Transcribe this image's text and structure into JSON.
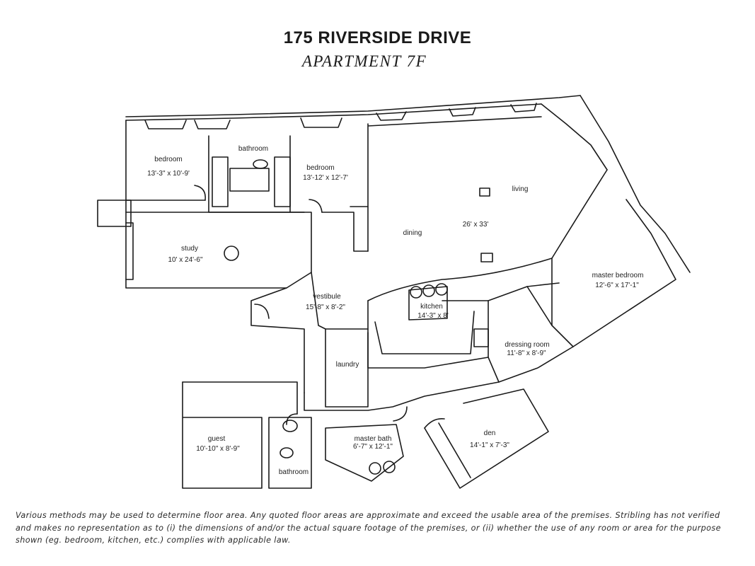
{
  "header": {
    "address": "175 RIVERSIDE DRIVE",
    "unit": "APARTMENT 7F"
  },
  "rooms": {
    "bedroom1": {
      "name": "bedroom",
      "size": "13'-3\" x 10'-9'"
    },
    "bathroom1": {
      "name": "bathroom"
    },
    "bedroom2": {
      "name": "bedroom",
      "size": "13'-12' x 12'-7'"
    },
    "living": {
      "name": "living",
      "size": "26' x 33'"
    },
    "dining": {
      "name": "dining"
    },
    "study": {
      "name": "study",
      "size": "10' x 24'-6\""
    },
    "vestibule": {
      "name": "vestibule",
      "size": "15'-8\" x 8'-2\""
    },
    "kitchen": {
      "name": "kitchen",
      "size": "14'-3\" x 8'"
    },
    "master_bedroom": {
      "name": "master bedroom",
      "size": "12'-6\" x 17'-1\""
    },
    "dressing_room": {
      "name": "dressing room",
      "size": "11'-8\" x 8'-9\""
    },
    "laundry": {
      "name": "laundry"
    },
    "guest": {
      "name": "guest",
      "size": "10'-10\" x 8'-9\""
    },
    "master_bath": {
      "name": "master bath",
      "size": "6'-7\" x 12'-1\""
    },
    "den": {
      "name": "den",
      "size": "14'-1\" x 7'-3\""
    },
    "bathroom2": {
      "name": "bathroom"
    }
  },
  "disclaimer": {
    "line1": "Various methods may be used to determine floor area. Any quoted floor areas are approximate and exceed the usable area of the premises. Stribling has not verified",
    "line2": "and makes no representation as to (i) the dimensions of and/or the actual square footage of the premises, or (ii) whether the use of any room or area for the purpose",
    "line3": "shown (eg. bedroom, kitchen, etc.) complies with applicable law."
  }
}
